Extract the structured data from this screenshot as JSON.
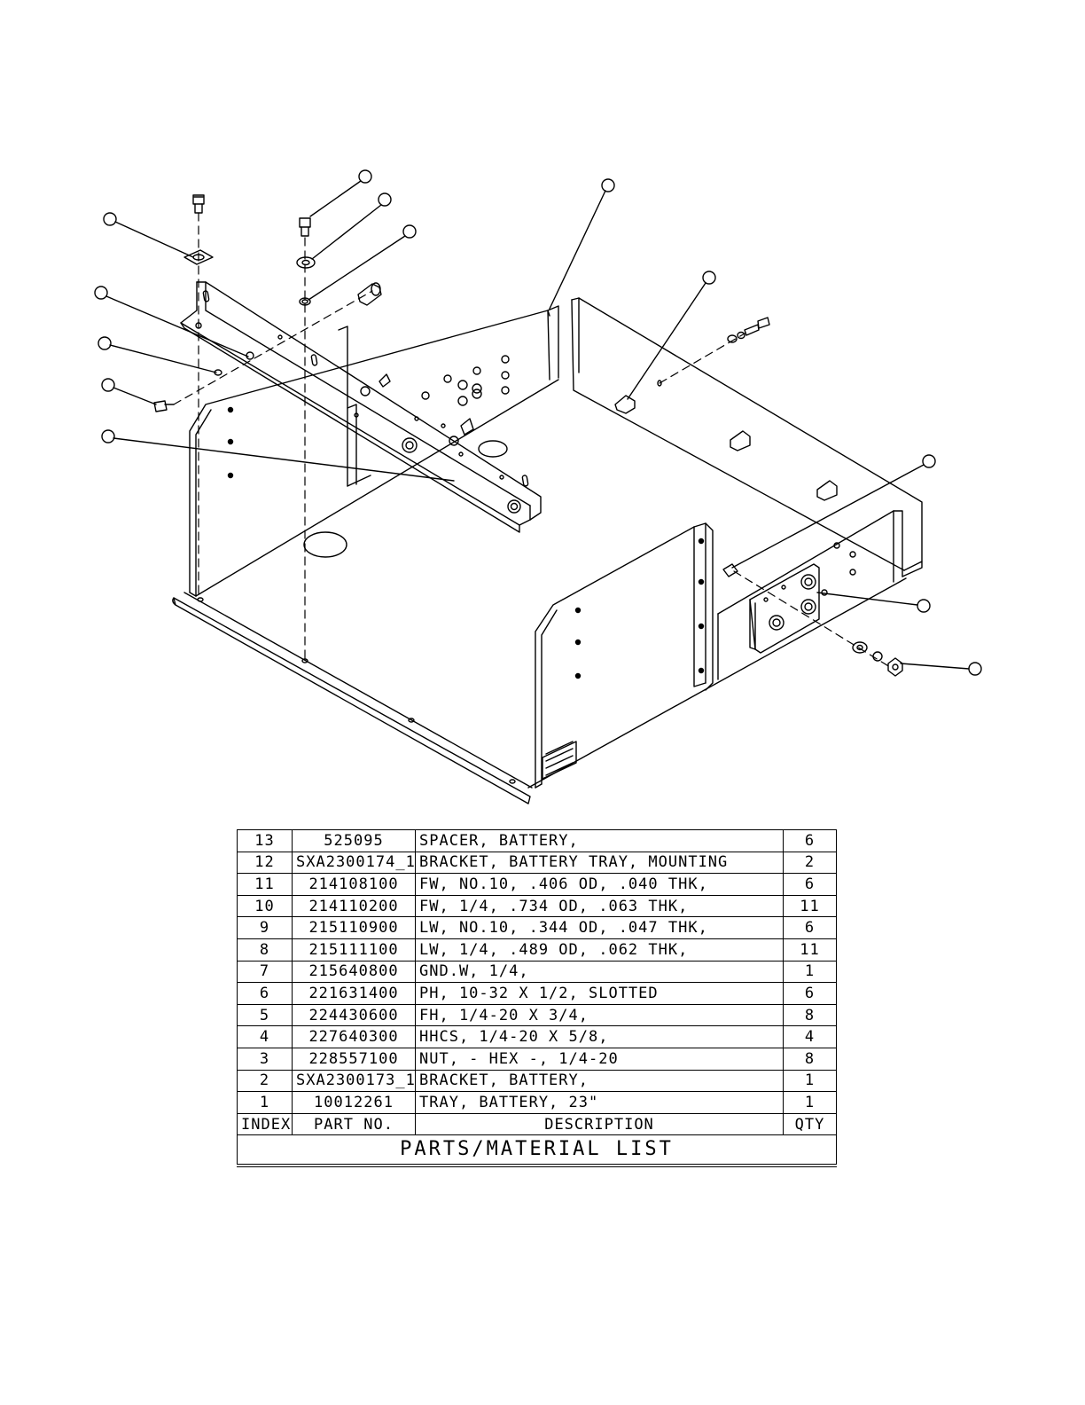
{
  "parts_list": {
    "rows": [
      {
        "index": "13",
        "part_no": "525095",
        "description": "SPACER, BATTERY,",
        "qty": "6"
      },
      {
        "index": "12",
        "part_no": "SXA2300174_1",
        "description": "BRACKET, BATTERY TRAY, MOUNTING",
        "qty": "2"
      },
      {
        "index": "11",
        "part_no": "214108100",
        "description": "FW, NO.10, .406 OD, .040 THK,",
        "qty": "6"
      },
      {
        "index": "10",
        "part_no": "214110200",
        "description": "FW, 1/4, .734 OD, .063 THK,",
        "qty": "11"
      },
      {
        "index": "9",
        "part_no": "215110900",
        "description": "LW, NO.10, .344 OD, .047 THK,",
        "qty": "6"
      },
      {
        "index": "8",
        "part_no": "215111100",
        "description": "LW, 1/4, .489 OD, .062 THK,",
        "qty": "11"
      },
      {
        "index": "7",
        "part_no": "215640800",
        "description": "GND.W, 1/4,",
        "qty": "1"
      },
      {
        "index": "6",
        "part_no": "221631400",
        "description": "PH, 10-32 X 1/2, SLOTTED",
        "qty": "6"
      },
      {
        "index": "5",
        "part_no": "224430600",
        "description": "FH, 1/4-20 X 3/4,",
        "qty": "8"
      },
      {
        "index": "4",
        "part_no": "227640300",
        "description": "HHCS, 1/4-20 X 5/8,",
        "qty": "4"
      },
      {
        "index": "3",
        "part_no": "228557100",
        "description": "NUT, - HEX -, 1/4-20",
        "qty": "8"
      },
      {
        "index": "2",
        "part_no": "SXA2300173_1",
        "description": "BRACKET, BATTERY,",
        "qty": "1"
      },
      {
        "index": "1",
        "part_no": "10012261",
        "description": "TRAY, BATTERY, 23\"",
        "qty": "1"
      }
    ],
    "headers": {
      "index": "INDEX",
      "part_no": "PART NO.",
      "description": "DESCRIPTION",
      "qty": "QTY"
    },
    "title": "PARTS/MATERIAL LIST"
  }
}
